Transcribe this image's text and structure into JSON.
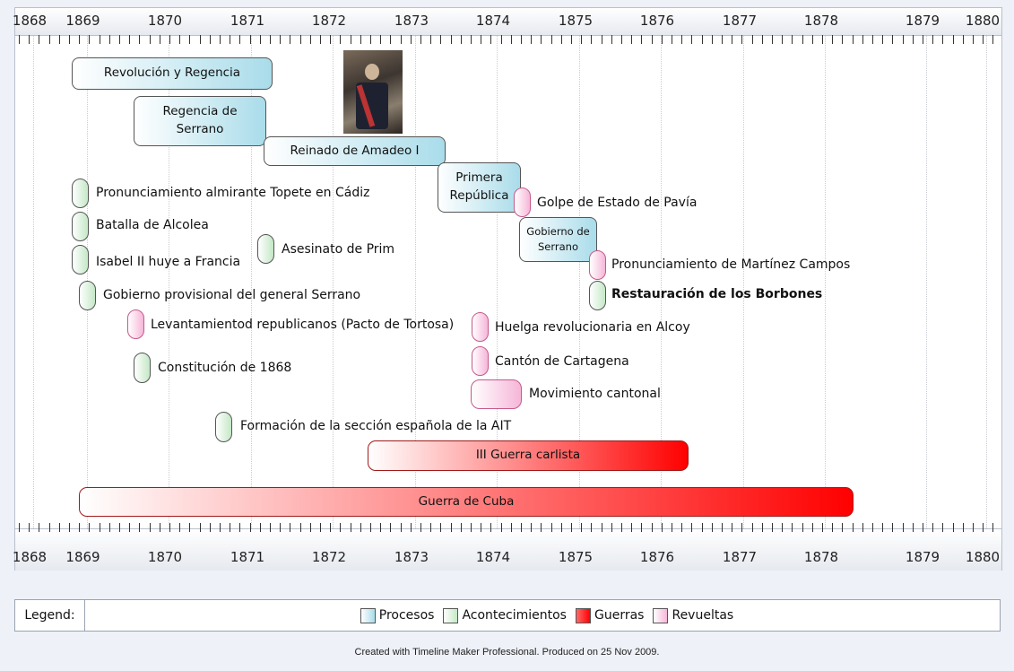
{
  "years": [
    "1868",
    "1869",
    "1870",
    "1871",
    "1872",
    "1873",
    "1874",
    "1875",
    "1876",
    "1877",
    "1878",
    "1879",
    "1880"
  ],
  "processes": [
    {
      "label": "Revolución y Regencia"
    },
    {
      "label": "Regencia de Serrano"
    },
    {
      "label": "Reinado de Amadeo I"
    },
    {
      "label": "Primera República"
    },
    {
      "label": "Gobierno de Serrano"
    }
  ],
  "events": [
    {
      "label": "Pronunciamiento almirante Topete en Cádiz"
    },
    {
      "label": "Batalla de Alcolea"
    },
    {
      "label": "Isabel II huye a Francia"
    },
    {
      "label": "Asesinato de Prim"
    },
    {
      "label": "Gobierno provisional del general Serrano"
    },
    {
      "label": "Constitución de 1868"
    },
    {
      "label": "Formación de la sección española de la AIT"
    },
    {
      "label": "Restauración de los Borbones"
    }
  ],
  "revolts": [
    {
      "label": "Golpe de Estado de Pavía"
    },
    {
      "label": "Pronunciamiento de Martínez Campos"
    },
    {
      "label": "Levantamientod republicanos (Pacto de Tortosa)"
    },
    {
      "label": "Huelga revolucionaria en Alcoy"
    },
    {
      "label": "Cantón de Cartagena"
    },
    {
      "label": "Movimiento cantonal"
    }
  ],
  "wars": [
    {
      "label": "III Guerra carlista"
    },
    {
      "label": "Guerra de Cuba"
    }
  ],
  "legend": {
    "title": "Legend:",
    "items": [
      "Procesos",
      "Acontecimientos",
      "Guerras",
      "Revueltas"
    ]
  },
  "footer": "Created with Timeline Maker Professional. Produced on 25 Nov 2009.",
  "colors": {
    "process": "#a9dcea",
    "event": "#c4e8c6",
    "war": "#ff0000",
    "revolt": "#f6b6d8"
  }
}
